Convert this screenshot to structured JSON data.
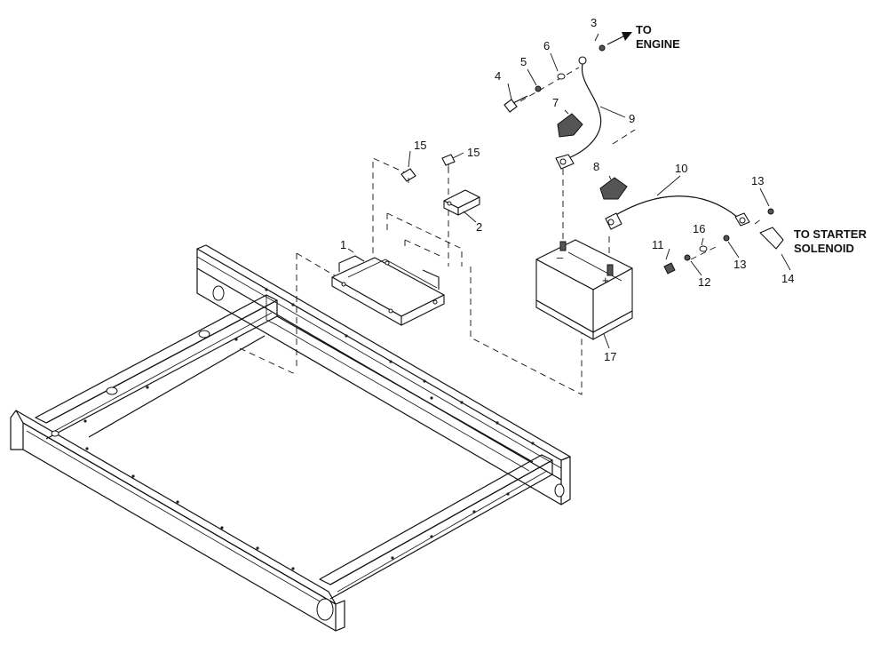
{
  "diagram": {
    "callouts": {
      "c1": "1",
      "c2": "2",
      "c3": "3",
      "c4": "4",
      "c5": "5",
      "c6": "6",
      "c7": "7",
      "c8": "8",
      "c9": "9",
      "c10": "10",
      "c11": "11",
      "c12": "12",
      "c13a": "13",
      "c13b": "13",
      "c14": "14",
      "c15a": "15",
      "c15b": "15",
      "c16": "16",
      "c17": "17"
    },
    "notes": {
      "to_engine_line1": "TO",
      "to_engine_line2": "ENGINE",
      "to_starter_line1": "TO STARTER",
      "to_starter_line2": "SOLENOID"
    }
  }
}
